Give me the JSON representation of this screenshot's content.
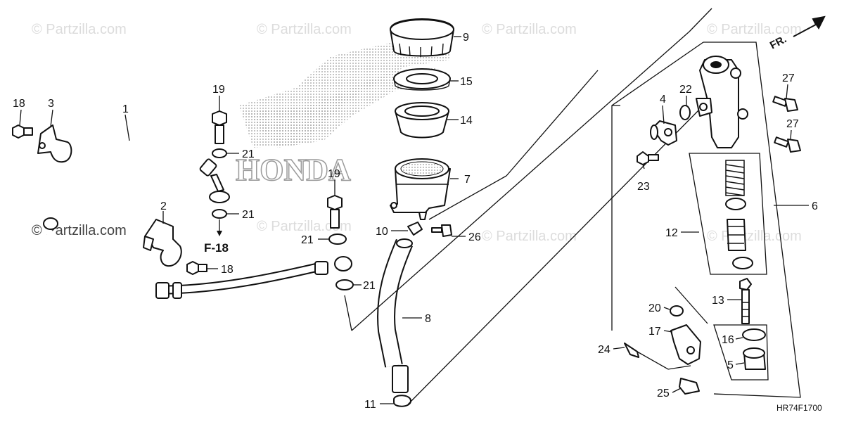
{
  "watermark": "© Partzilla.com",
  "diagram_code": "HR74F1700",
  "front_indicator": "FR.",
  "reference": "F-18",
  "brand_logo_text": "HONDA",
  "callouts": {
    "c1": "1",
    "c2": "2",
    "c3": "3",
    "c4": "4",
    "c5": "5",
    "c6": "6",
    "c7": "7",
    "c8": "8",
    "c9": "9",
    "c10": "10",
    "c11": "11",
    "c12": "12",
    "c13": "13",
    "c14": "14",
    "c15": "15",
    "c16": "16",
    "c17": "17",
    "c18a": "18",
    "c18b": "18",
    "c19a": "19",
    "c19b": "19",
    "c20": "20",
    "c21a": "21",
    "c21b": "21",
    "c21c": "21",
    "c21d": "21",
    "c22": "22",
    "c23": "23",
    "c24": "24",
    "c25": "25",
    "c26": "26",
    "c27a": "27",
    "c27b": "27"
  },
  "colors": {
    "line": "#111111",
    "watermark": "#dcdcdc",
    "logo_dots": "#9a9a9a"
  }
}
